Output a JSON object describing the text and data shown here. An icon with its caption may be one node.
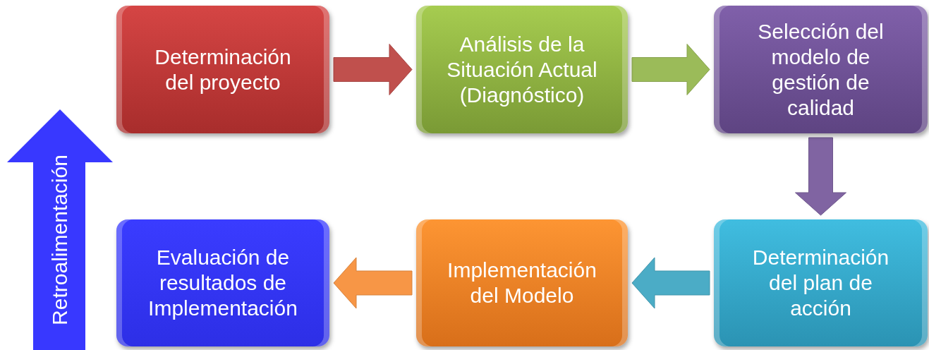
{
  "diagram": {
    "nodes": [
      {
        "text": [
          "Determinación del proyecto"
        ]
      },
      {
        "text": [
          "Análisis de la Situación Actual (Diagnóstico)"
        ]
      },
      {
        "text": [
          "Selección del modelo de gestión de calidad"
        ]
      },
      {
        "text": [
          "Determinación del plan de acción"
        ]
      },
      {
        "text": [
          "Implementación del Modelo"
        ]
      },
      {
        "text": [
          "Evaluación de resultados de Implementación"
        ]
      },
      {
        "text": [
          "Retroalimentación"
        ]
      }
    ],
    "edges": [
      {
        "from": 0,
        "to": 1,
        "arrow": "to",
        "color": "#c0504d"
      },
      {
        "from": 1,
        "to": 2,
        "arrow": "to",
        "color": "#9bbb59"
      },
      {
        "from": 2,
        "to": 3,
        "arrow": "to",
        "color": "#8064a2"
      },
      {
        "from": 3,
        "to": 4,
        "arrow": "to",
        "color": "#4bacc6"
      },
      {
        "from": 4,
        "to": 5,
        "arrow": "to",
        "color": "#f79646"
      }
    ]
  }
}
